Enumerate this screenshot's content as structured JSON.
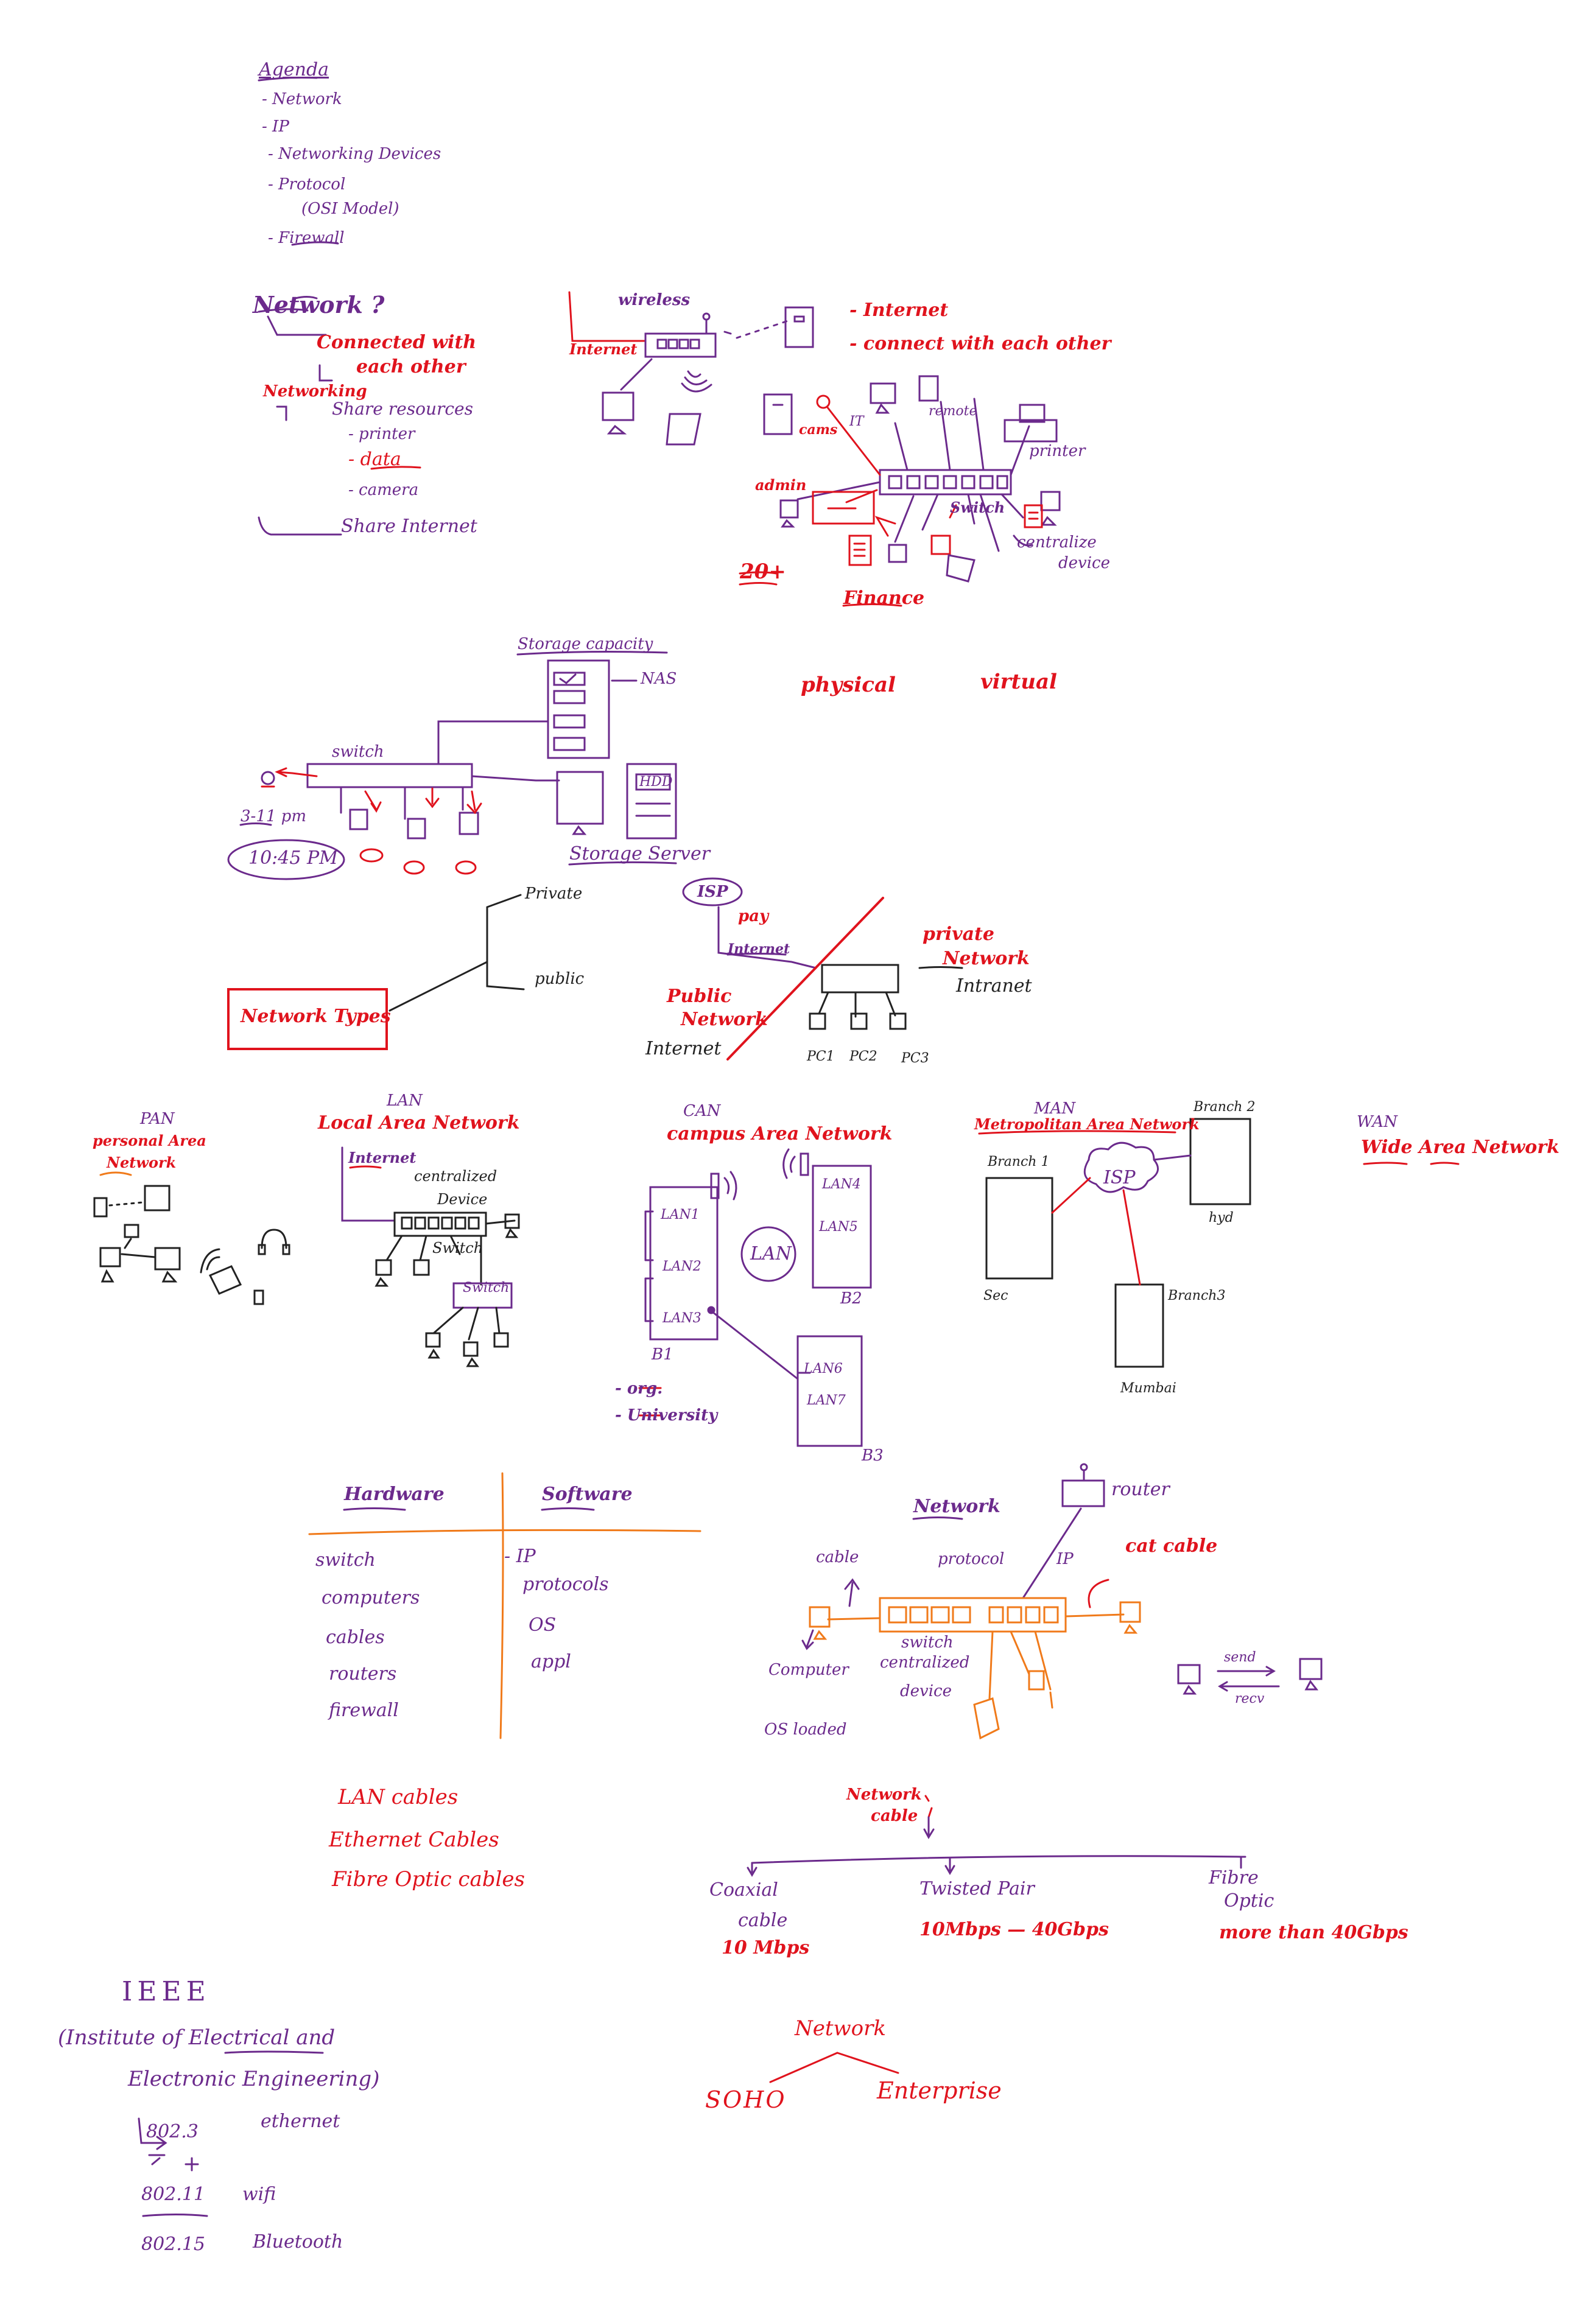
{
  "agenda": {
    "title": "Agenda",
    "items": [
      "- Network",
      "- IP",
      "- Networking Devices",
      "- Protocol",
      "(OSI Model)",
      "- Firewall"
    ]
  },
  "network_def": {
    "question": "Network ?",
    "connected_1": "Connected with",
    "connected_2": "each other",
    "networking": "Networking",
    "share_resources": "Share resources",
    "printer": "- printer",
    "data": "- data",
    "camera": "- camera",
    "share_internet": "Share Internet"
  },
  "diagram1": {
    "wireless": "wireless",
    "internet": "Internet",
    "internet_note": "- Internet",
    "connect_note": "- connect with each other",
    "it": "IT",
    "remote": "remote",
    "printer": "printer",
    "admin": "admin",
    "cams": "cams",
    "switch": "Switch",
    "centralize": "centralize",
    "device": "device",
    "count": "20+",
    "finance": "Finance"
  },
  "diagram2": {
    "storage_capacity": "Storage capacity",
    "nas": "NAS",
    "hdd": "HDD",
    "switch": "switch",
    "time_range": "3-11 pm",
    "time": "10:45 PM",
    "storage_server": "Storage Server",
    "physical": "physical",
    "virtual": "virtual"
  },
  "network_types": {
    "label": "Network Types",
    "private": "Private",
    "public": "public",
    "isp": "ISP",
    "pay": "pay",
    "internet": "Internet",
    "private_network_1": "private",
    "private_network_2": "Network",
    "intranet": "Intranet",
    "public_network_1": "Public",
    "public_network_2": "Network",
    "internet_word": "Internet",
    "pc1": "PC1",
    "pc2": "PC2",
    "pc3": "PC3"
  },
  "pan": {
    "abbr": "PAN",
    "full_1": "personal Area",
    "full_2": "Network"
  },
  "lan": {
    "abbr": "LAN",
    "full": "Local Area Network",
    "internet": "Internet",
    "centralized": "centralized",
    "device": "Device",
    "switch": "Switch",
    "switch2": "Switch"
  },
  "can": {
    "abbr": "CAN",
    "full": "campus Area Network",
    "lan1": "LAN1",
    "lan2": "LAN2",
    "lan3": "LAN3",
    "lan4": "LAN4",
    "lan5": "LAN5",
    "lan6": "LAN6",
    "lan7": "LAN7",
    "lan_circle": "LAN",
    "b1": "B1",
    "b2": "B2",
    "b3": "B3",
    "org": "- org.",
    "university": "- University"
  },
  "man": {
    "abbr": "MAN",
    "full": "Metropolitan Area Network",
    "branch1": "Branch 1",
    "branch2": "Branch 2",
    "branch3": "Branch3",
    "isp": "ISP",
    "hyd": "hyd",
    "sec": "Sec",
    "mumbai": "Mumbai"
  },
  "wan": {
    "abbr": "WAN",
    "full": "Wide Area Network"
  },
  "hw_sw": {
    "hardware": "Hardware",
    "software": "Software",
    "hw_items": [
      "switch",
      "computers",
      "cables",
      "routers",
      "firewall"
    ],
    "sw_items": [
      "- IP",
      "protocols",
      "OS",
      "appl"
    ]
  },
  "diagram3": {
    "network": "Network",
    "router": "router",
    "cable": "cable",
    "protocol": "protocol",
    "ip": "IP",
    "cat_cable": "cat cable",
    "switch": "switch",
    "centralized": "centralized",
    "device": "device",
    "computer": "Computer",
    "os_loaded": "OS loaded",
    "send": "send",
    "recv": "recv"
  },
  "cables": {
    "items": [
      "LAN cables",
      "Ethernet Cables",
      "Fibre Optic cables"
    ],
    "network_cable_1": "Network",
    "network_cable_2": "cable",
    "coaxial_1": "Coaxial",
    "coaxial_2": "cable",
    "coaxial_speed": "10 Mbps",
    "twisted": "Twisted Pair",
    "twisted_speed": "10Mbps — 40Gbps",
    "fibre_1": "Fibre",
    "fibre_2": "Optic",
    "fibre_speed": "more than 40Gbps"
  },
  "ieee": {
    "title": "IEEE",
    "line1": "(Institute of Electrical and",
    "line2": "Electronic Engineering)",
    "std1": "802.3",
    "std1_label": "ethernet",
    "std2": "802.11",
    "std2_label": "wifi",
    "std3": "802.15",
    "std3_label": "Bluetooth"
  },
  "network_split": {
    "root": "Network",
    "left": "SOHO",
    "right": "Enterprise"
  },
  "colors": {
    "purple": "#6b2a8c",
    "red": "#e0131d",
    "orange": "#f07a1a",
    "black": "#222222"
  }
}
